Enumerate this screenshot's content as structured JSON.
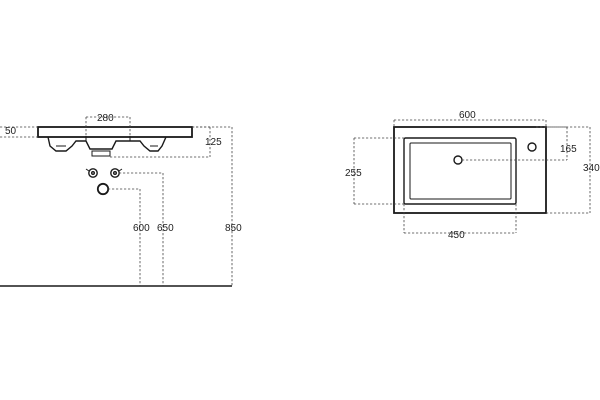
{
  "side_view": {
    "dimensions": {
      "deck_thickness": "50",
      "tap_spacing": "280",
      "bowl_depth": "125",
      "waste_height": "600",
      "tap_height": "650",
      "overall_height": "850"
    }
  },
  "top_view": {
    "dimensions": {
      "overall_width": "600",
      "bowl_width": "450",
      "bowl_depth": "255",
      "tap_offset": "165",
      "overall_depth": "340"
    }
  }
}
